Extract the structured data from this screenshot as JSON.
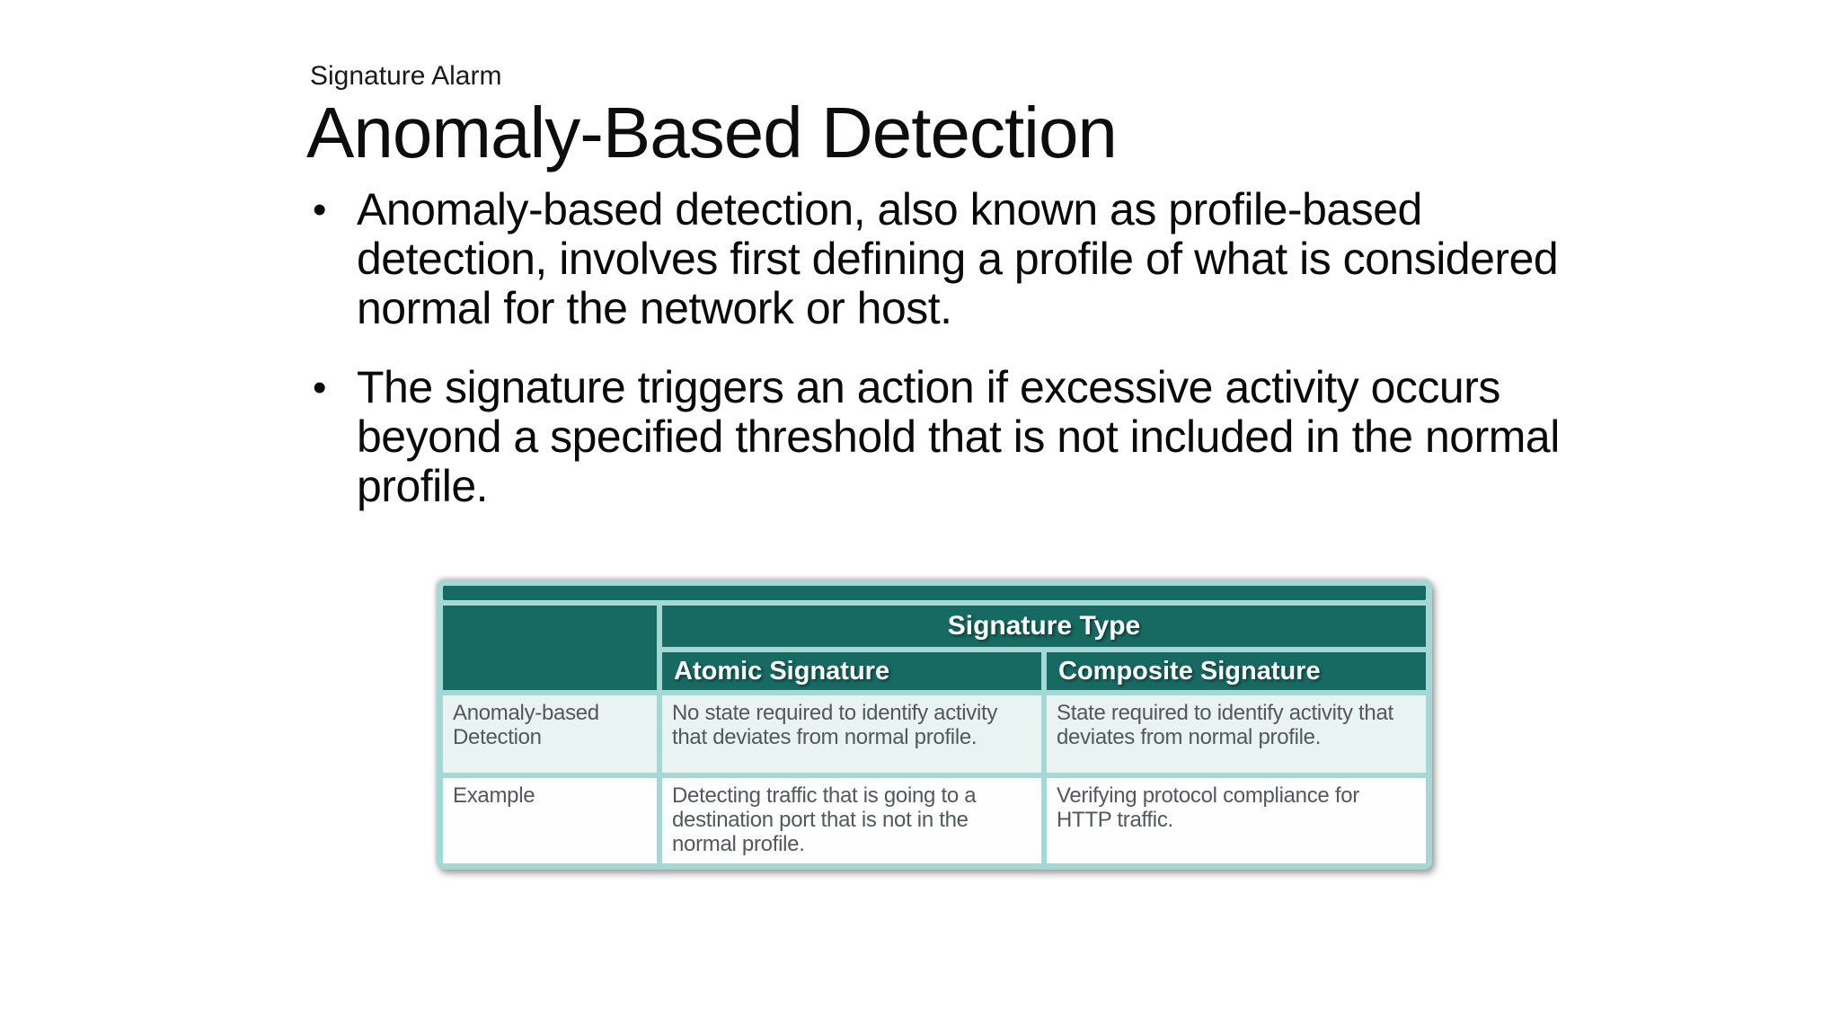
{
  "slide": {
    "eyebrow": "Signature Alarm",
    "title": "Anomaly-Based Detection",
    "bullet_char": "•",
    "bullets": [
      "Anomaly-based detection, also known as profile-based detection, involves first defining a profile of what is considered normal for the network or host.",
      "The signature triggers an action if excessive activity occurs beyond a specified threshold that is not included in the normal profile."
    ],
    "text_color": "#0a0a0a"
  },
  "table": {
    "group_header": "Signature Type",
    "column_headers": [
      "Atomic Signature",
      "Composite Signature"
    ],
    "rows": [
      {
        "label": "Anomaly-based Detection",
        "atomic": "No state required to identify activity that deviates from normal profile.",
        "composite": "State required to identify activity that deviates from normal profile."
      },
      {
        "label": "Example",
        "atomic": "Detecting traffic that is going to a destination port that is not in the normal profile.",
        "composite": "Verifying protocol compliance for HTTP traffic."
      }
    ],
    "colors": {
      "header_bg": "#176a62",
      "frame": "#a4d8d5",
      "light_row_bg": "#e8f3f2",
      "white_row_bg": "#fefefe",
      "header_text": "#ffffff",
      "body_text": "#53585a"
    }
  }
}
